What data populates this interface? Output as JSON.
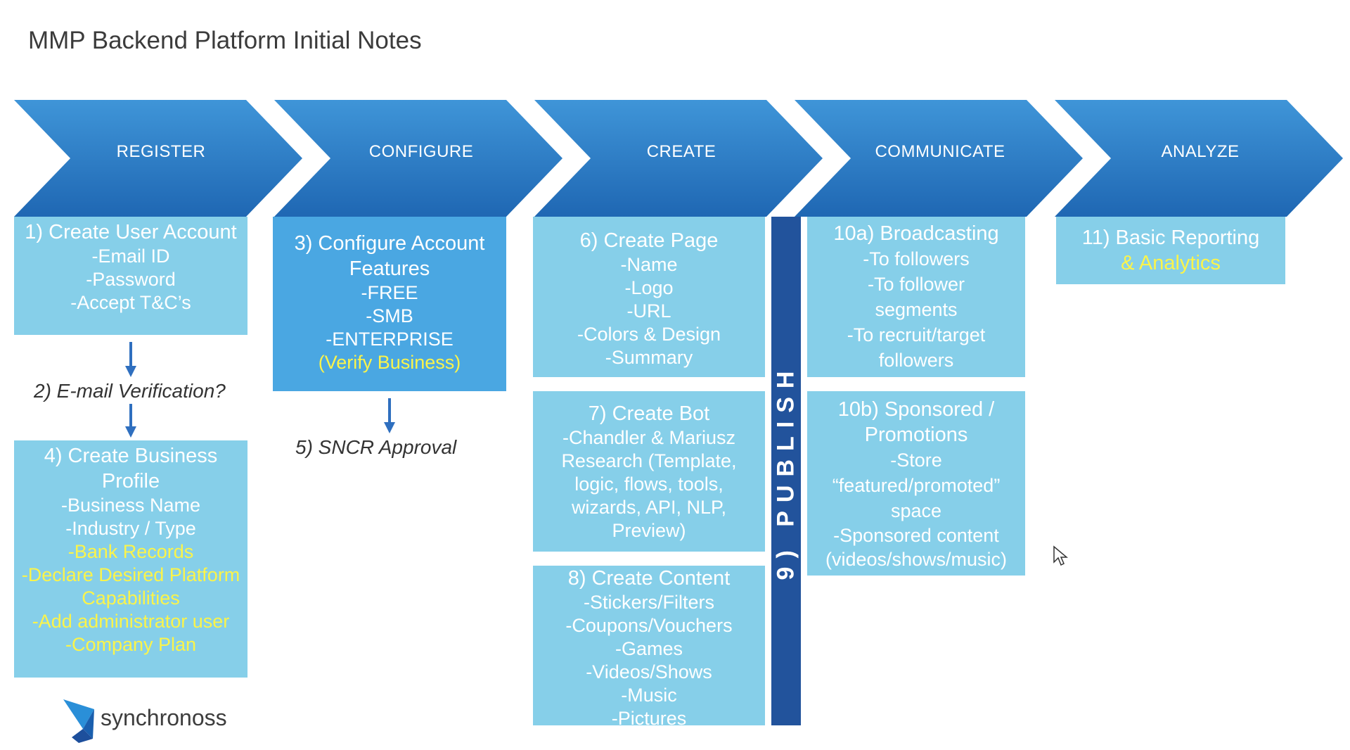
{
  "title": "MMP Backend Platform Initial Notes",
  "stages": [
    "REGISTER",
    "CONFIGURE",
    "CREATE",
    "COMMUNICATE",
    "ANALYZE"
  ],
  "boxes": {
    "create_user": {
      "heading": "1) Create User Account",
      "items": [
        "-Email ID",
        "-Password",
        "-Accept T&C’s"
      ]
    },
    "email_verification": "2) E-mail Verification?",
    "create_business": {
      "heading": "4) Create Business Profile",
      "items": [
        "-Business Name",
        "-Industry / Type"
      ],
      "highlighted": [
        "-Bank Records",
        "-Declare Desired Platform Capabilities",
        "-Add administrator user",
        "-Company Plan"
      ]
    },
    "configure_account": {
      "heading": "3) Configure Account Features",
      "items": [
        "-FREE",
        "-SMB",
        "-ENTERPRISE"
      ],
      "highlighted": "(Verify Business)"
    },
    "sncr_approval": "5) SNCR Approval",
    "create_page": {
      "heading": "6) Create Page",
      "items": [
        "-Name",
        "-Logo",
        "-URL",
        "-Colors & Design",
        "-Summary"
      ]
    },
    "create_bot": {
      "heading": "7) Create Bot",
      "body": "-Chandler & Mariusz Research (Template, logic, flows, tools, wizards, API, NLP, Preview)"
    },
    "create_content": {
      "heading": "8) Create Content",
      "items": [
        "-Stickers/Filters",
        "-Coupons/Vouchers",
        "-Games",
        "-Videos/Shows",
        "-Music",
        "-Pictures"
      ]
    },
    "publish": "9) PUBLISH",
    "broadcasting": {
      "heading": "10a) Broadcasting",
      "items": [
        "-To followers",
        "-To follower segments",
        "-To recruit/target followers"
      ]
    },
    "sponsored": {
      "heading": "10b) Sponsored / Promotions",
      "items": [
        "-Store “featured/promoted” space",
        "-Sponsored content (videos/shows/music)"
      ]
    },
    "reporting": {
      "heading": "11) Basic Reporting",
      "highlighted": "& Analytics"
    }
  },
  "logo_text": "synchronoss",
  "colors": {
    "chevron": "#2f7cc4",
    "box_light": "#86cfe9",
    "box_dark": "#4aa7e2",
    "publish_bar": "#22539c",
    "highlight": "#fbf44a"
  }
}
